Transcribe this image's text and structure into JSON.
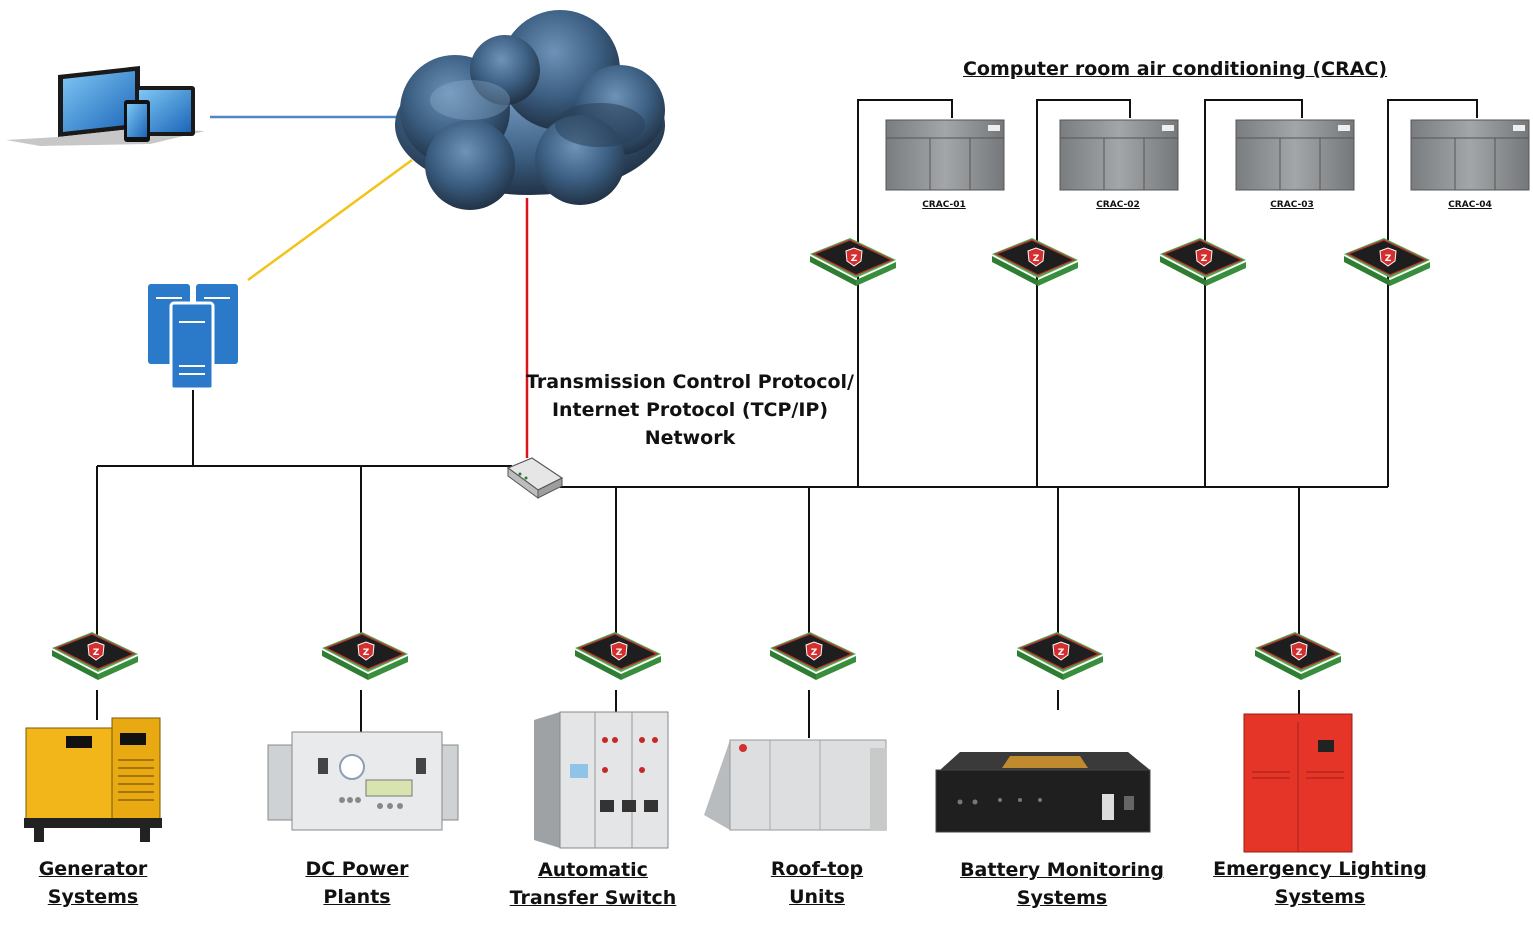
{
  "network_label": [
    "Transmission Control Protocol/",
    "Internet Protocol (TCP/IP)",
    "Network"
  ],
  "crac": {
    "title": "Computer room air conditioning (CRAC)",
    "units": [
      "CRAC-01",
      "CRAC-02",
      "CRAC-03",
      "CRAC-04"
    ]
  },
  "systems": [
    {
      "line1": "Generator",
      "line2": "Systems"
    },
    {
      "line1": "DC Power",
      "line2": "Plants"
    },
    {
      "line1": "Automatic",
      "line2": "Transfer Switch"
    },
    {
      "line1": "Roof-top",
      "line2": "Units"
    },
    {
      "line1": "Battery Monitoring",
      "line2": "Systems"
    },
    {
      "line1": "Emergency Lighting",
      "line2": "Systems"
    }
  ],
  "colors": {
    "lan_line": "#111111",
    "wan_red": "#d9141b",
    "wan_yellow": "#f2c318",
    "wan_blue": "#4f86c6",
    "cloud": "#3c5f80",
    "server": "#2a7ac9",
    "module_body": "#1c1c1c",
    "module_terminals": "#4caf50",
    "module_badge": "#d32f2f"
  }
}
